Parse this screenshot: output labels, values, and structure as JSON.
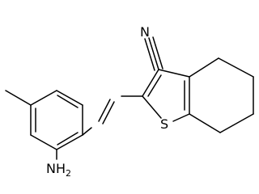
{
  "molecule": {
    "atoms": {
      "nitrile_n": "N",
      "ring_s": "S",
      "amine": {
        "symbol": "NH",
        "subscript": "2"
      }
    }
  }
}
